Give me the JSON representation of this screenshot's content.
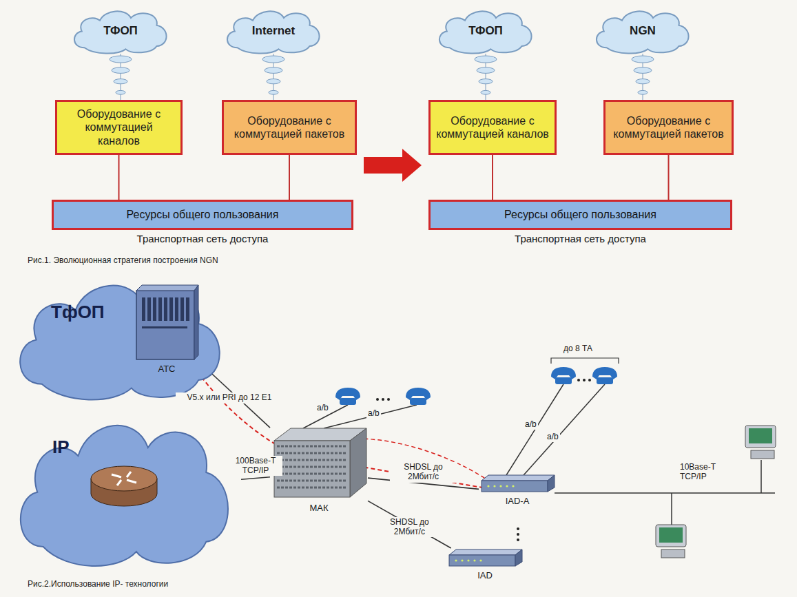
{
  "diagram": {
    "nodes": [
      {
        "text": [
          "ТФОП"
        ]
      },
      {
        "text": [
          "Internet"
        ]
      },
      {
        "text": [
          "ТФОП"
        ]
      },
      {
        "text": [
          "NGN"
        ]
      },
      {
        "text": [
          "Оборудование с коммутацией каналов"
        ]
      },
      {
        "text": [
          "Оборудование с коммутацией пакетов"
        ]
      },
      {
        "text": [
          "Оборудование с коммутацией каналов"
        ]
      },
      {
        "text": [
          "Оборудование с коммутацией пакетов"
        ]
      },
      {
        "text": [
          "Ресурсы общего пользования",
          "Транспортная сеть доступа"
        ]
      },
      {
        "text": [
          "Ресурсы общего пользования",
          "Транспортная сеть доступа"
        ]
      },
      {
        "text": [
          "ТфОП"
        ]
      },
      {
        "text": [
          "АТС"
        ],
        "in": 10
      },
      {
        "text": [
          "IP"
        ]
      },
      {
        "text": [
          "МАК"
        ]
      },
      {
        "text": [
          "IAD-A"
        ]
      },
      {
        "text": [
          "IAD"
        ]
      }
    ],
    "edges": [
      {
        "from": 0,
        "to": 4,
        "arrow": "none"
      },
      {
        "from": 1,
        "to": 5,
        "arrow": "none"
      },
      {
        "from": 2,
        "to": 6,
        "arrow": "none"
      },
      {
        "from": 3,
        "to": 7,
        "arrow": "none"
      },
      {
        "from": 4,
        "to": 8,
        "arrow": "none"
      },
      {
        "from": 5,
        "to": 8,
        "arrow": "none"
      },
      {
        "from": 6,
        "to": 9,
        "arrow": "none"
      },
      {
        "from": 7,
        "to": 9,
        "arrow": "none"
      },
      {
        "from": 11,
        "to": 13,
        "label": "V5.x или PRI до 12 E1",
        "arrow": "none"
      },
      {
        "from": 12,
        "to": 13,
        "label": "100Base-T TCP/IP",
        "arrow": "none"
      },
      {
        "from": 13,
        "to": 14,
        "label": "SHDSL до 2Мбит/с",
        "arrow": "none"
      },
      {
        "from": 13,
        "to": 15,
        "label": "SHDSL до 2Мбит/с",
        "arrow": "none"
      }
    ],
    "labels": [
      "Рис.1. Эволюционная стратегия построения NGN",
      "a/b",
      "a/b",
      "a/b",
      "a/b",
      "до 8 ТА",
      "10Base-T TCP/IP",
      "Рис.2.Использование IP- технологии"
    ]
  }
}
